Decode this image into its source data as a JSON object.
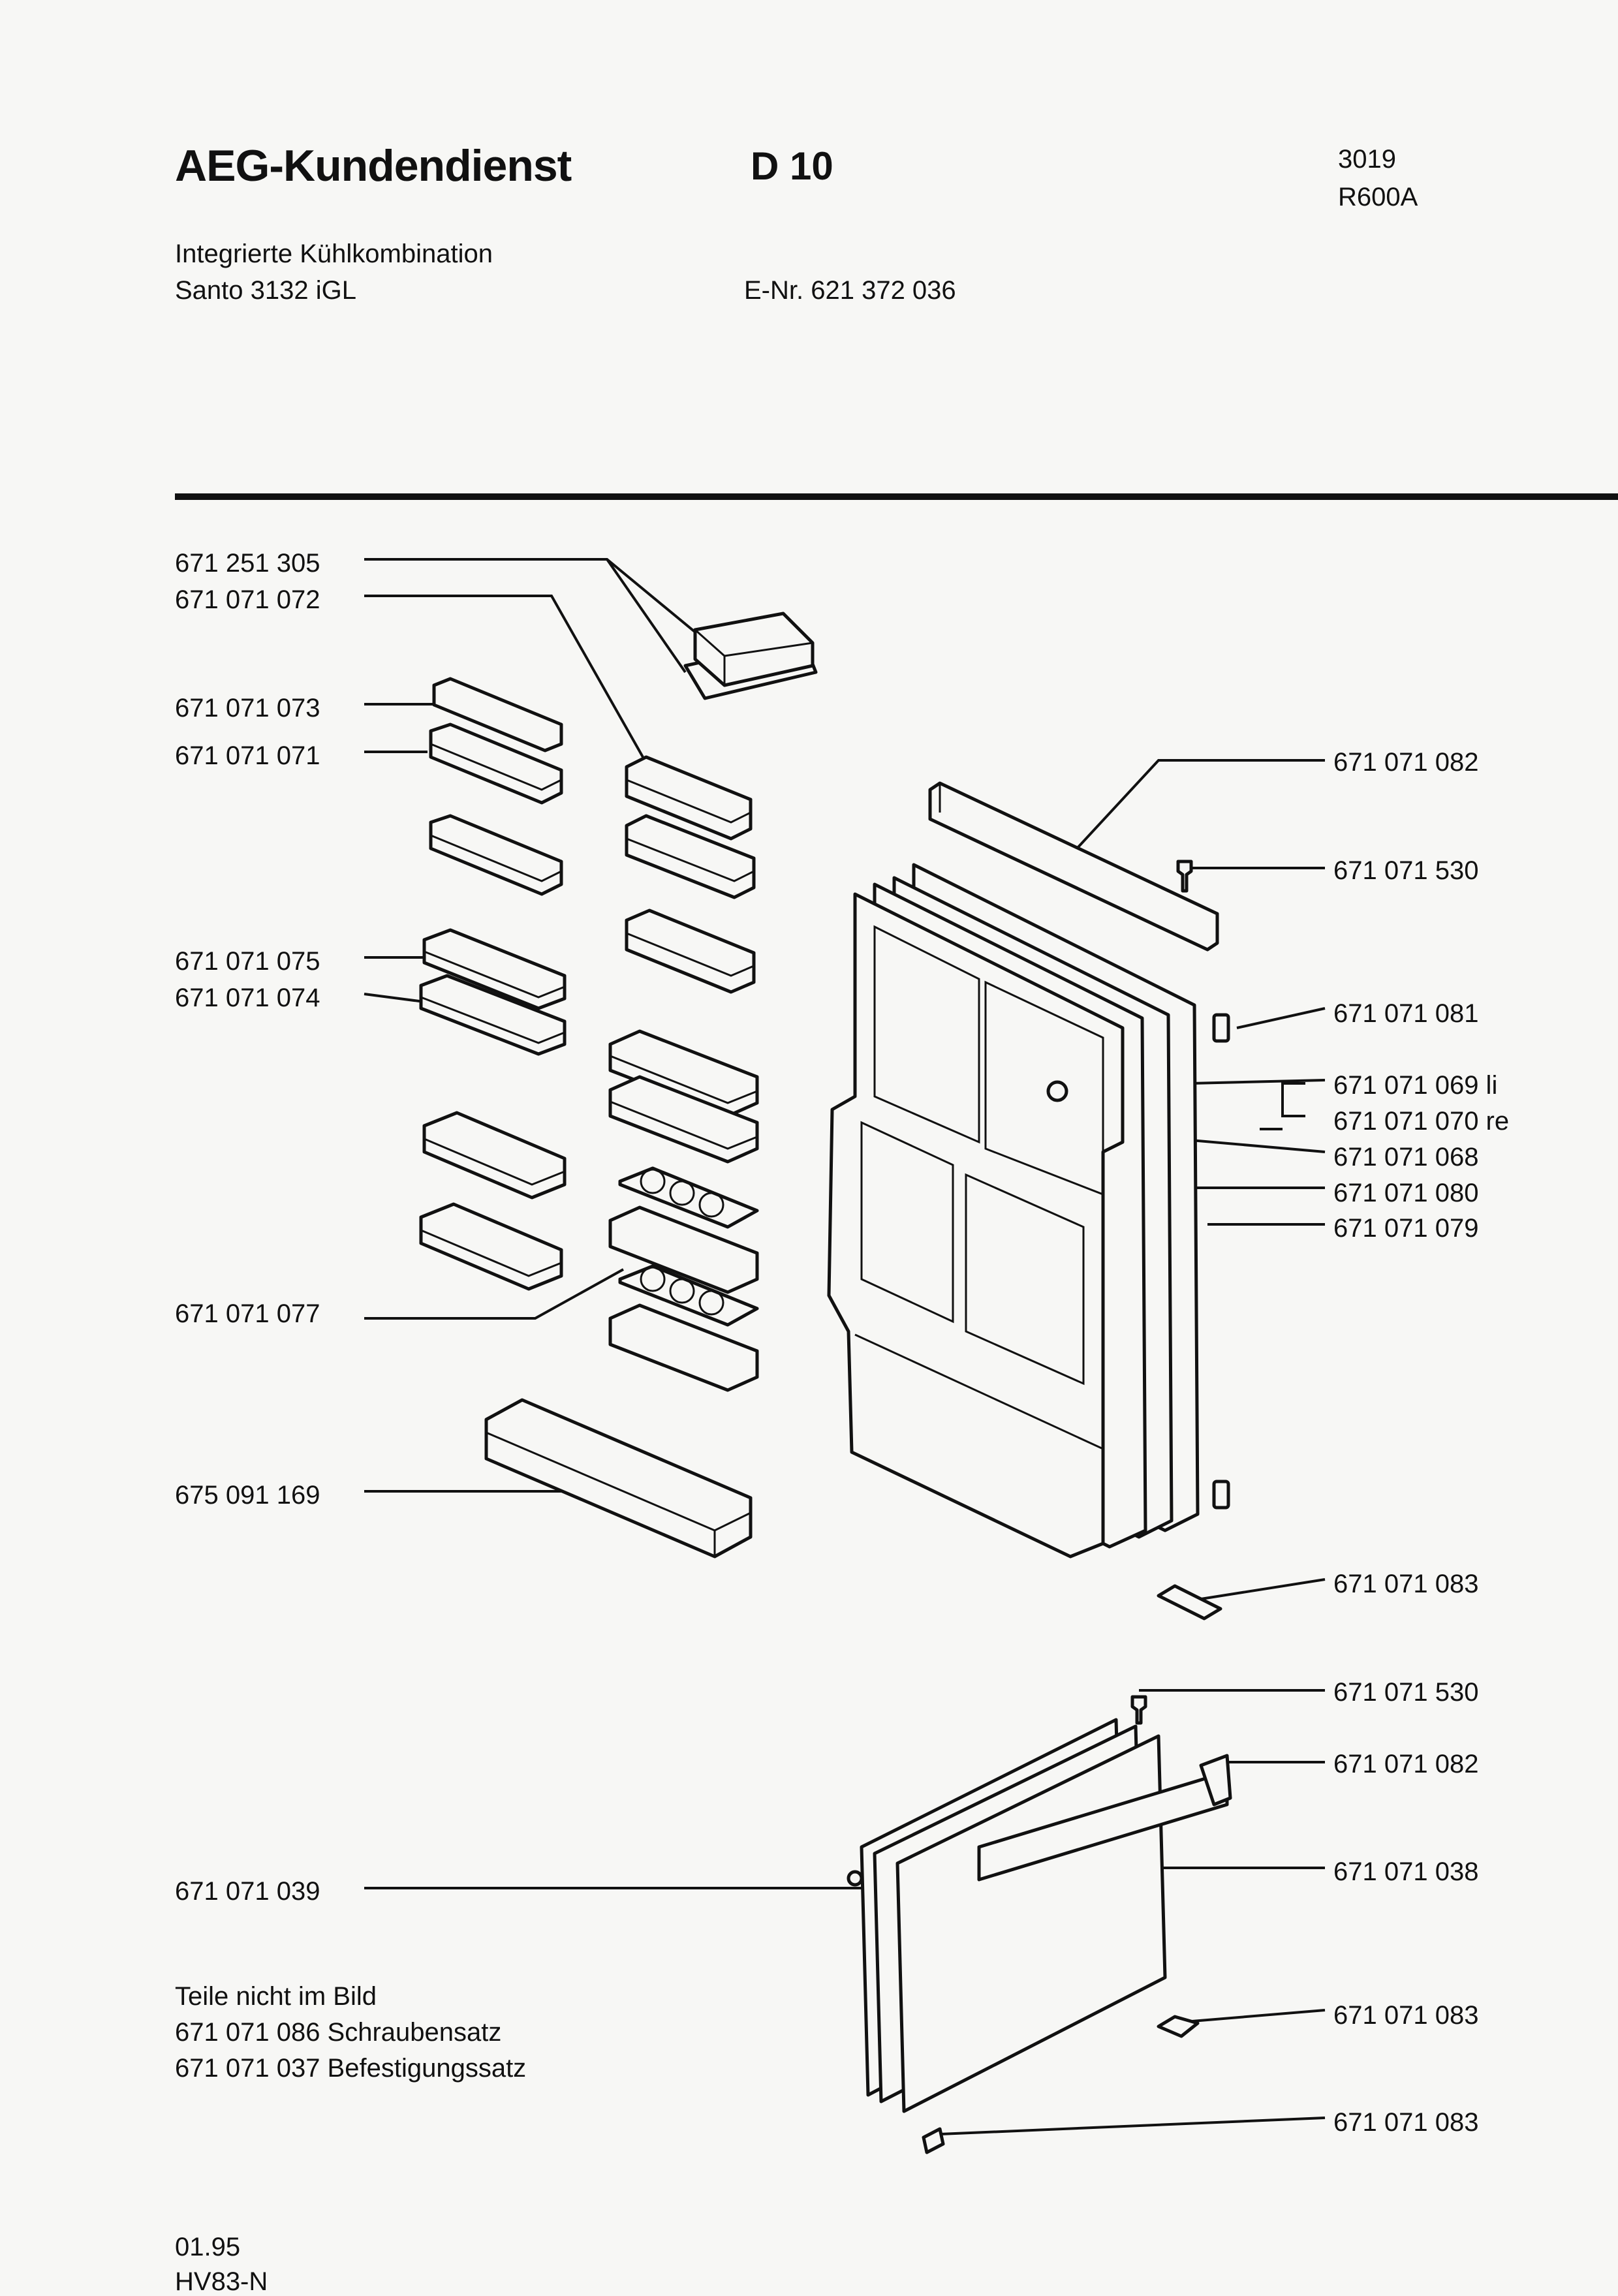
{
  "header": {
    "brand": "AEG-Kundendienst",
    "model": "D 10",
    "code_number": "3019",
    "refrigerant": "R600A",
    "product_line1": "Integrierte Kühlkombination",
    "product_line2": "Santo 3132 iGL",
    "enr": "E-Nr. 621 372 036"
  },
  "left_labels": [
    "671 251 305",
    "671 071 072",
    "671 071 073",
    "671 071 071",
    "671 071 075",
    "671 071 074",
    "671 071 077",
    "675 091 169",
    "671 071 039"
  ],
  "right_labels": [
    "671 071 082",
    "671 071 530",
    "671 071 081",
    "671 071 069 li",
    "671 071 070 re",
    "671 071 068",
    "671 071 080",
    "671 071 079",
    "671 071 083",
    "671 071 530",
    "671 071 082",
    "671 071 038",
    "671 071 083",
    "671 071 083"
  ],
  "not_shown": {
    "title": "Teile nicht im Bild",
    "items": [
      "671 071 086 Schraubensatz",
      "671 071 037 Befestigungssatz"
    ]
  },
  "footer": {
    "date": "01.95",
    "ref": "HV83-N"
  }
}
